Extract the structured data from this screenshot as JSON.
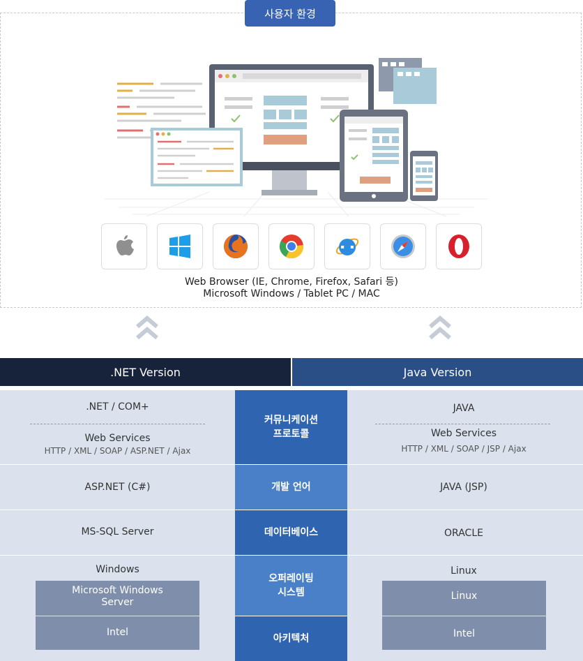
{
  "environment": {
    "title": "사용자 환경",
    "browsers_line": "Web Browser (IE, Chrome, Firefox, Safari 등)",
    "platforms_line": "Microsoft Windows / Tablet PC / MAC",
    "icons": [
      "apple-icon",
      "windows-icon",
      "firefox-icon",
      "chrome-icon",
      "ie-icon",
      "safari-icon",
      "opera-icon"
    ]
  },
  "versions": {
    "net": ".NET Version",
    "java": "Java Version"
  },
  "rows": {
    "protocol": {
      "label_line1": "커뮤니케이션",
      "label_line2": "프로토콜",
      "net_top": ".NET / COM+",
      "net_title": "Web Services",
      "net_sub": "HTTP / XML / SOAP / ASP.NET / Ajax",
      "java_top": "JAVA",
      "java_title": "Web Services",
      "java_sub": "HTTP / XML / SOAP / JSP / Ajax"
    },
    "language": {
      "label": "개발 언어",
      "net": "ASP.NET (C#)",
      "java": "JAVA (JSP)"
    },
    "database": {
      "label": "데이터베이스",
      "net": "MS-SQL Server",
      "java": "ORACLE"
    },
    "os": {
      "label_line1": "오퍼레이팅",
      "label_line2": "시스템",
      "net_top": "Windows",
      "net_box_line1": "Microsoft Windows",
      "net_box_line2": "Server",
      "java_top": "Linux",
      "java_box": "Linux"
    },
    "arch": {
      "label": "아키텍처",
      "net": "Intel",
      "java": "Intel"
    }
  },
  "colors": {
    "title_bg": "#3863b2",
    "net_header": "#17233a",
    "java_header": "#294f86",
    "cell_bg": "#dbe2ed",
    "mid_dark": "#2f64b1",
    "mid_light": "#4a80c8",
    "os_box": "#7f8fab"
  }
}
